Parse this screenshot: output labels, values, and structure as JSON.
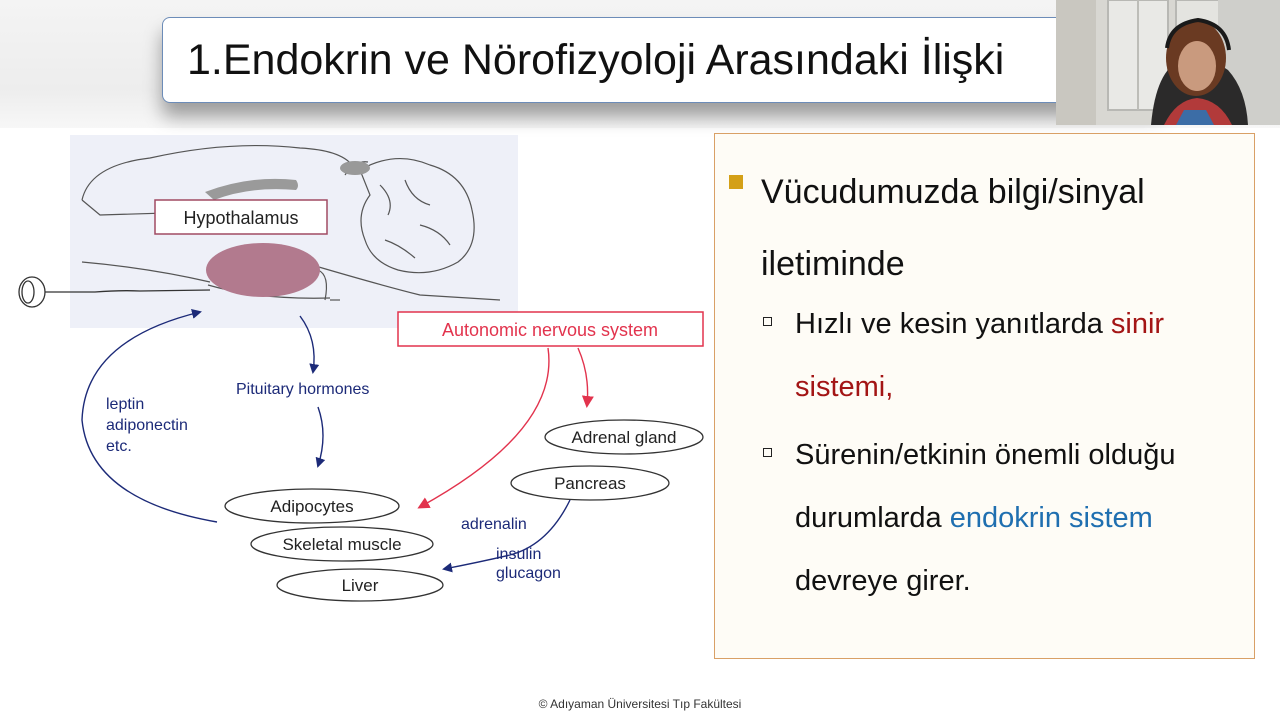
{
  "slide": {
    "title": "1.Endokrin ve Nörofizyoloji Arasındaki İlişki",
    "footer": "©  Adıyaman Üniversitesi Tıp Fakültesi"
  },
  "diagram": {
    "hypothalamus": "Hypothalamus",
    "ans": "Autonomic nervous system",
    "pituitary": "Pituitary hormones",
    "leptin": [
      "leptin",
      "adiponectin",
      "etc."
    ],
    "adrenal": "Adrenal gland",
    "pancreas": "Pancreas",
    "adrenalin": "adrenalin",
    "insulin": [
      "insulin",
      "glucagon"
    ],
    "adipocytes": "Adipocytes",
    "skeletal": "Skeletal muscle",
    "liver": "Liver",
    "colors": {
      "accent_red": "#d9435a",
      "arrow_blue": "#1c2a78",
      "hypo_fill": "#b27a8e"
    }
  },
  "panel": {
    "main": "Vücudumuzda bilgi/sinyal iletiminde",
    "item1": {
      "pre": "Hızlı ve kesin yanıtlarda ",
      "highlight": "sinir sistemi,",
      "post": ""
    },
    "item2": {
      "pre": "Sürenin/etkinin önemli olduğu durumlarda ",
      "highlight": "endokrin sistem",
      "post": " devreye girer."
    },
    "colors": {
      "bullet": "#d4a017",
      "red": "#a31515",
      "blue": "#1f6fb0"
    }
  },
  "webcam": {
    "icon": "presenter-video"
  }
}
